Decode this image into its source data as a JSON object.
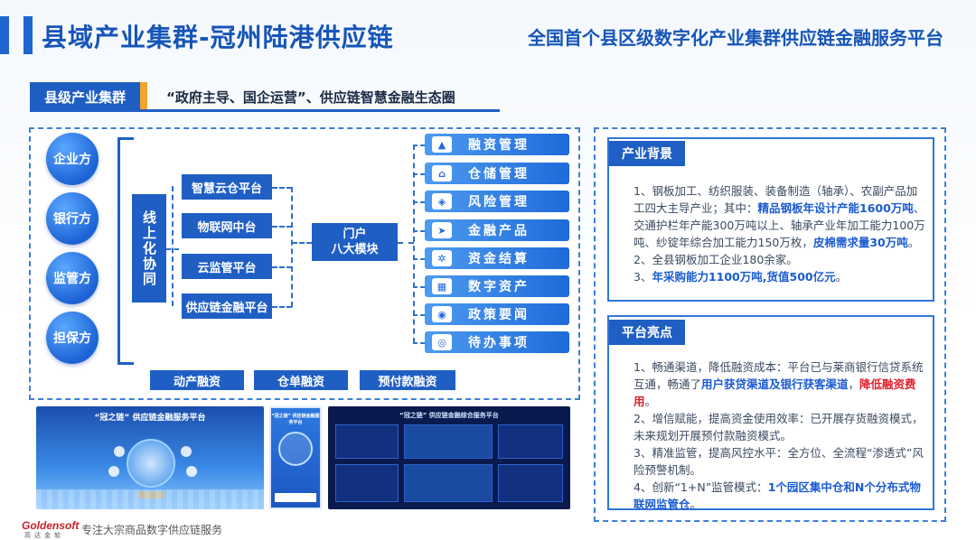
{
  "header": {
    "title": "县域产业集群-冠州陆港供应链",
    "subtitle": "全国首个县区级数字化产业集群供应链金融服务平台"
  },
  "section": {
    "tag": "县级产业集群",
    "description": "“政府主导、国企运营”、供应链智慧金融生态圈"
  },
  "diagram": {
    "parties": [
      "企业方",
      "银行方",
      "监管方",
      "担保方"
    ],
    "online_label": "线上化协同",
    "platforms": [
      "智慧云仓平台",
      "物联网中台",
      "云监管平台",
      "供应链金融平台"
    ],
    "portal": {
      "line1": "门户",
      "line2": "八大模块"
    },
    "modules": [
      {
        "label": "融资管理",
        "icon": "chart-icon"
      },
      {
        "label": "仓储管理",
        "icon": "warehouse-icon"
      },
      {
        "label": "风险管理",
        "icon": "shield-icon"
      },
      {
        "label": "金融产品",
        "icon": "send-icon"
      },
      {
        "label": "资金结算",
        "icon": "settle-icon"
      },
      {
        "label": "数字资产",
        "icon": "grid-icon"
      },
      {
        "label": "政策要闻",
        "icon": "news-icon"
      },
      {
        "label": "待办事项",
        "icon": "todo-icon"
      }
    ],
    "finance_types": [
      "动产融资",
      "仓单融资",
      "预付款融资"
    ]
  },
  "screenshots": {
    "web_title": "“冠之链” 供应链金融服务平台",
    "mobile_title": "“冠之链” 供应链金融服务平台",
    "dashboard_title": "“冠之链” 供应链金融综合服务平台"
  },
  "background": {
    "tag": "产业背景",
    "p1_a": "1、钢板加工、纺织服装、装备制造（轴承）、农副产品加工四大主导产业；其中：",
    "p1_b": "精品钢板年设计产能1600万吨",
    "p1_c": "、交通护栏年产能300万吨以上、轴承产业年加工能力100万吨、纱锭年综合加工能力150万枚，",
    "p1_d": "皮棉需求量30万吨",
    "p1_e": "。",
    "p2": "2、全县钢板加工企业180余家。",
    "p3_a": "3、",
    "p3_b": "年采购能力1100万吨,货值500亿元",
    "p3_c": "。"
  },
  "highlights": {
    "tag": "平台亮点",
    "p1_a": "1、畅通渠道，降低融资成本：平台已与莱商银行信贷系统互通，畅通了",
    "p1_b": "用户获贷渠道及银行获客渠道",
    "p1_c": "，",
    "p1_d": "降低融资费用",
    "p1_e": "。",
    "p2": "2、增信赋能，提高资金使用效率：已开展存货融资模式，未来规划开展预付款融资模式。",
    "p3": "3、精准监管，提高风控水平：全方位、全流程“渗透式”风险预警机制。",
    "p4_a": "4、创新“1+N”监管模式：",
    "p4_b": "1个园区集中仓和N个分布式物联网监管仓",
    "p4_c": "。"
  },
  "footer": {
    "logo": "Goldensoft",
    "logo_sub": "高达金软",
    "slogan": "专注大宗商品数字供应链服务"
  },
  "colors": {
    "primary": "#1f5fc4",
    "accent": "#f1a52c",
    "highlight_blue": "#1b5bd1",
    "highlight_red": "#e0202c"
  }
}
